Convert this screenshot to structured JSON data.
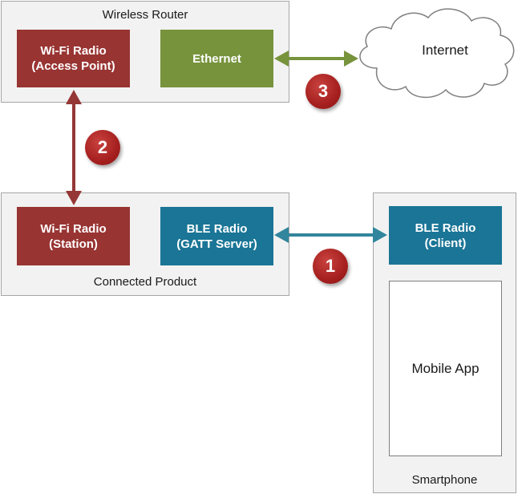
{
  "wireless_router": {
    "label": "Wireless Router",
    "wifi_radio": "Wi-Fi Radio\n(Access Point)",
    "ethernet": "Ethernet"
  },
  "internet": {
    "label": "Internet"
  },
  "connected_product": {
    "label": "Connected Product",
    "wifi_radio": "Wi-Fi Radio\n(Station)",
    "ble_radio": "BLE Radio\n(GATT Server)"
  },
  "smartphone": {
    "label": "Smartphone",
    "ble_radio": "BLE Radio\n(Client)",
    "mobile_app": "Mobile App"
  },
  "steps": {
    "one": "1",
    "two": "2",
    "three": "3"
  },
  "colors": {
    "wifi_red": "#983432",
    "ethernet_green": "#77933c",
    "ble_blue": "#1a7596",
    "green_arrow": "#77933c",
    "blue_arrow": "#31859c",
    "red_arrow": "#953735",
    "badge_red": "#a5201f",
    "container_fill": "#f2f2f2",
    "container_border": "#a6a6a6"
  },
  "icons": {
    "internet": "cloud-icon"
  }
}
